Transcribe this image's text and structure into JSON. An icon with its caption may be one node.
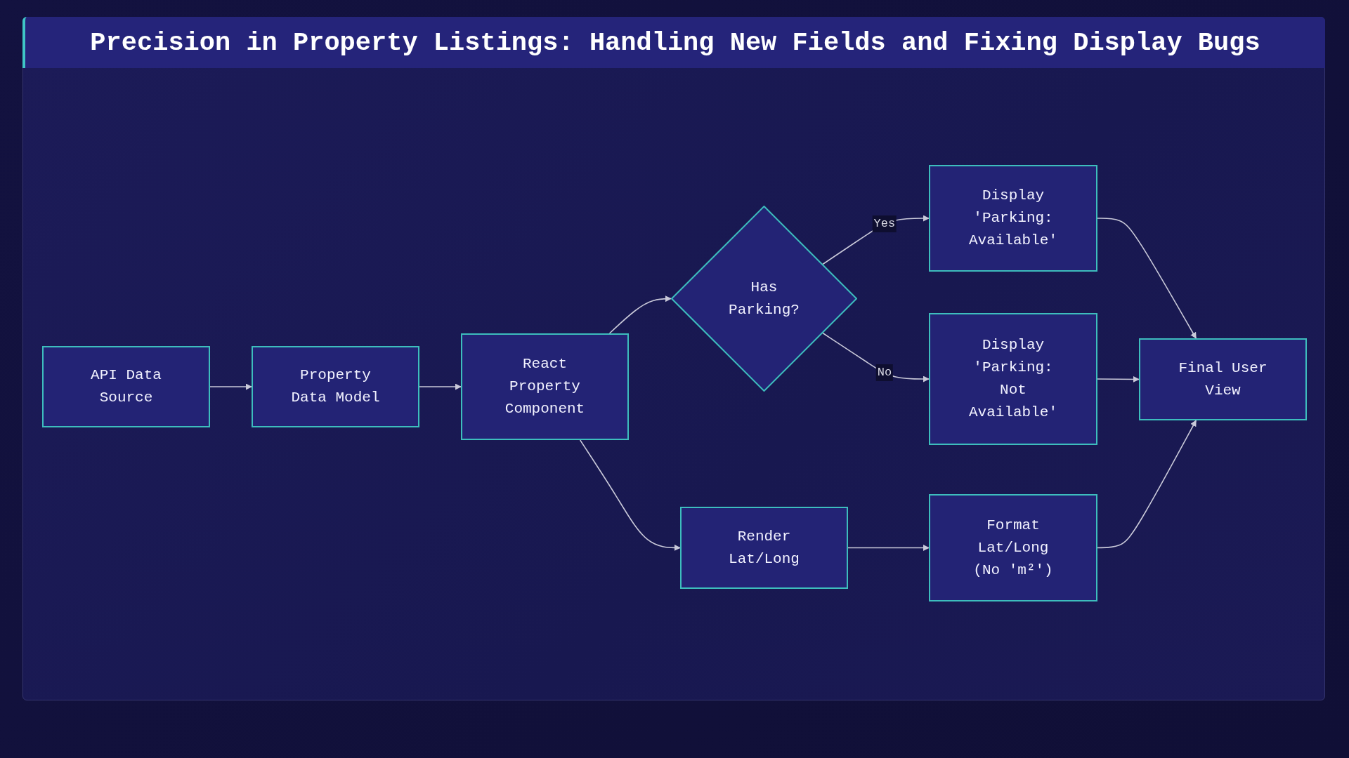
{
  "diagram": {
    "title": "Precision in Property Listings: Handling New Fields and Fixing Display Bugs",
    "nodes": [
      {
        "text": [
          "API Data Source"
        ]
      },
      {
        "text": [
          "Property Data Model"
        ]
      },
      {
        "text": [
          "React Property Component"
        ]
      },
      {
        "text": [
          "Has Parking?"
        ]
      },
      {
        "text": [
          "Render Lat/Long"
        ]
      },
      {
        "text": [
          "Display 'Parking: Available'"
        ]
      },
      {
        "text": [
          "Display 'Parking: Not Available'"
        ]
      },
      {
        "text": [
          "Format Lat/Long (No 'm²')"
        ]
      },
      {
        "text": [
          "Final User View"
        ]
      }
    ],
    "edges": [
      {
        "from": 0,
        "to": 1,
        "arrow": "to"
      },
      {
        "from": 1,
        "to": 2,
        "arrow": "to"
      },
      {
        "from": 2,
        "to": 3,
        "arrow": "to"
      },
      {
        "from": 2,
        "to": 4,
        "arrow": "to"
      },
      {
        "from": 3,
        "to": 5,
        "arrow": "to",
        "label": "Yes"
      },
      {
        "from": 3,
        "to": 6,
        "arrow": "to",
        "label": "No"
      },
      {
        "from": 4,
        "to": 7,
        "arrow": "to"
      },
      {
        "from": 5,
        "to": 8,
        "arrow": "to"
      },
      {
        "from": 6,
        "to": 8,
        "arrow": "to"
      },
      {
        "from": 7,
        "to": 8,
        "arrow": "to"
      }
    ]
  }
}
